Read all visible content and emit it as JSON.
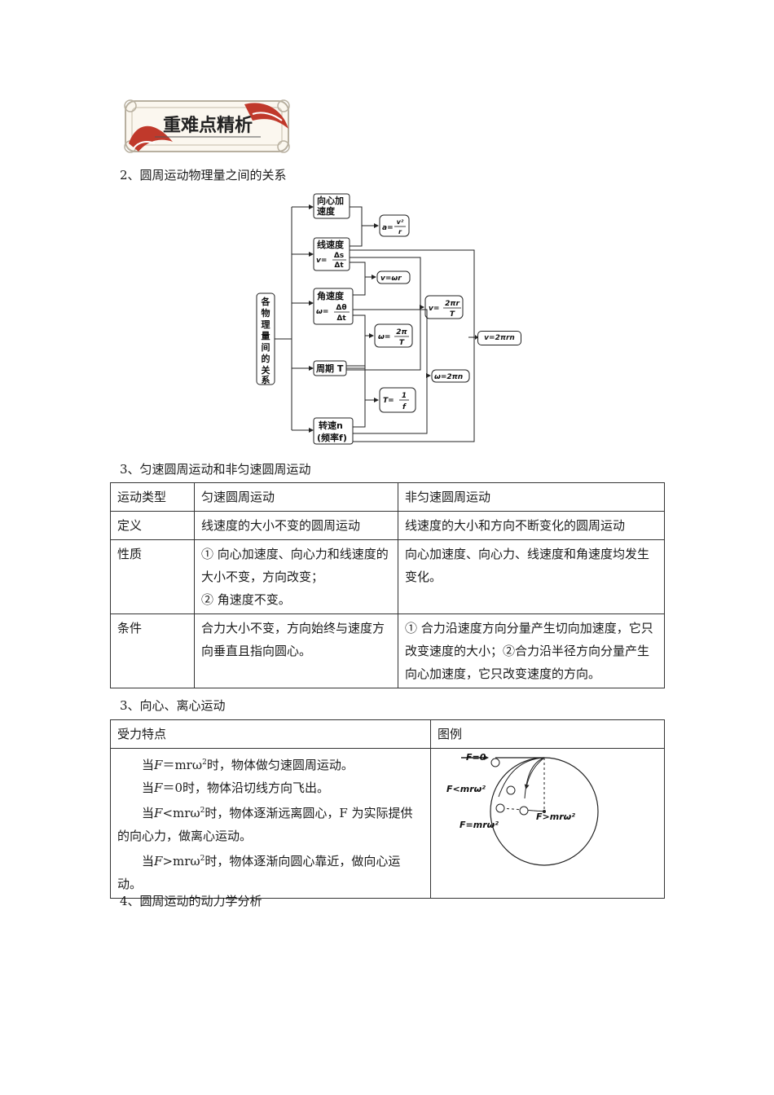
{
  "banner": {
    "title": "重难点精析"
  },
  "headings": {
    "h2": "2、圆周运动物理量之间的关系",
    "h3a": "3、匀速圆周运动和非匀速圆周运动",
    "h3b": "3、向心、离心运动",
    "h4": "4、圆周运动的动力学分析"
  },
  "diagram": {
    "root": [
      "各",
      "物",
      "理",
      "量",
      "间",
      "的",
      "关",
      "系"
    ],
    "centripetal_accel": [
      "向心加",
      "速度"
    ],
    "linear_speed": "线速度",
    "angular_speed": "角速度",
    "period": "周期 T",
    "rotation_speed": "转速n",
    "frequency": "(频率f)",
    "f_accel": "a=",
    "f_v_omega_r": "v=ωr",
    "f_omega_2pi_T": "ω=",
    "f_v_2pir_T": "v=",
    "f_T_1_f": "T=",
    "f_omega_2pin": "ω=2πn",
    "f_v_2pirn": "v=2πrn",
    "v_def": "v=",
    "omega_def": "ω=",
    "frac": {
      "v2": "v²",
      "r": "r",
      "ds": "Δs",
      "dt": "Δt",
      "dtheta": "Δθ",
      "two_pi": "2π",
      "T": "T",
      "two_pi_r": "2πr",
      "one": "1",
      "f": "f"
    }
  },
  "table1": {
    "headers": [
      "运动类型",
      "匀速圆周运动",
      "非匀速圆周运动"
    ],
    "rows": [
      {
        "label": "定义",
        "uniform": [
          "线速度的大小不变的圆周运动"
        ],
        "nonuniform": [
          "线速度的大小和方向不断变化的圆周运动"
        ]
      },
      {
        "label": "性质",
        "uniform": [
          "① 向心加速度、向心力和线速度的大小不变，方向改变；",
          "② 角速度不变。"
        ],
        "nonuniform": [
          "向心加速度、向心力、线速度和角速度均发生变化。"
        ]
      },
      {
        "label": "条件",
        "uniform": [
          "合力大小不变，方向始终与速度方向垂直且指向圆心。"
        ],
        "nonuniform": [
          "① 合力沿速度方向分量产生切向加速度，它只改变速度的大小；②合力沿半径方向分量产生向心加速度，它只改变速度的方向。"
        ]
      }
    ]
  },
  "table2": {
    "headers": [
      "受力特点",
      "图例"
    ],
    "lines": [
      {
        "pre": "当",
        "F": "F",
        "op": "＝mrω",
        "sup": "2",
        "post": "时，物体做匀速圆周运动。"
      },
      {
        "pre": "当",
        "F": "F",
        "op": "＝0",
        "sup": "",
        "post": "时，物体沿切线方向飞出。"
      },
      {
        "pre": "当",
        "F": "F",
        "op": "<mrω",
        "sup": "2",
        "post": "时，物体逐渐远离圆心，F 为实际提供的向心力，做离心运动。"
      },
      {
        "pre": "当",
        "F": "F",
        "op": ">mrω",
        "sup": "2",
        "post": "时，物体逐渐向圆心靠近，做向心运动。"
      }
    ],
    "figure": {
      "label_f0": "F=0",
      "label_less": "F<mrω²",
      "label_greater": "F>mrω²",
      "label_equal": "F=mrω²"
    }
  }
}
